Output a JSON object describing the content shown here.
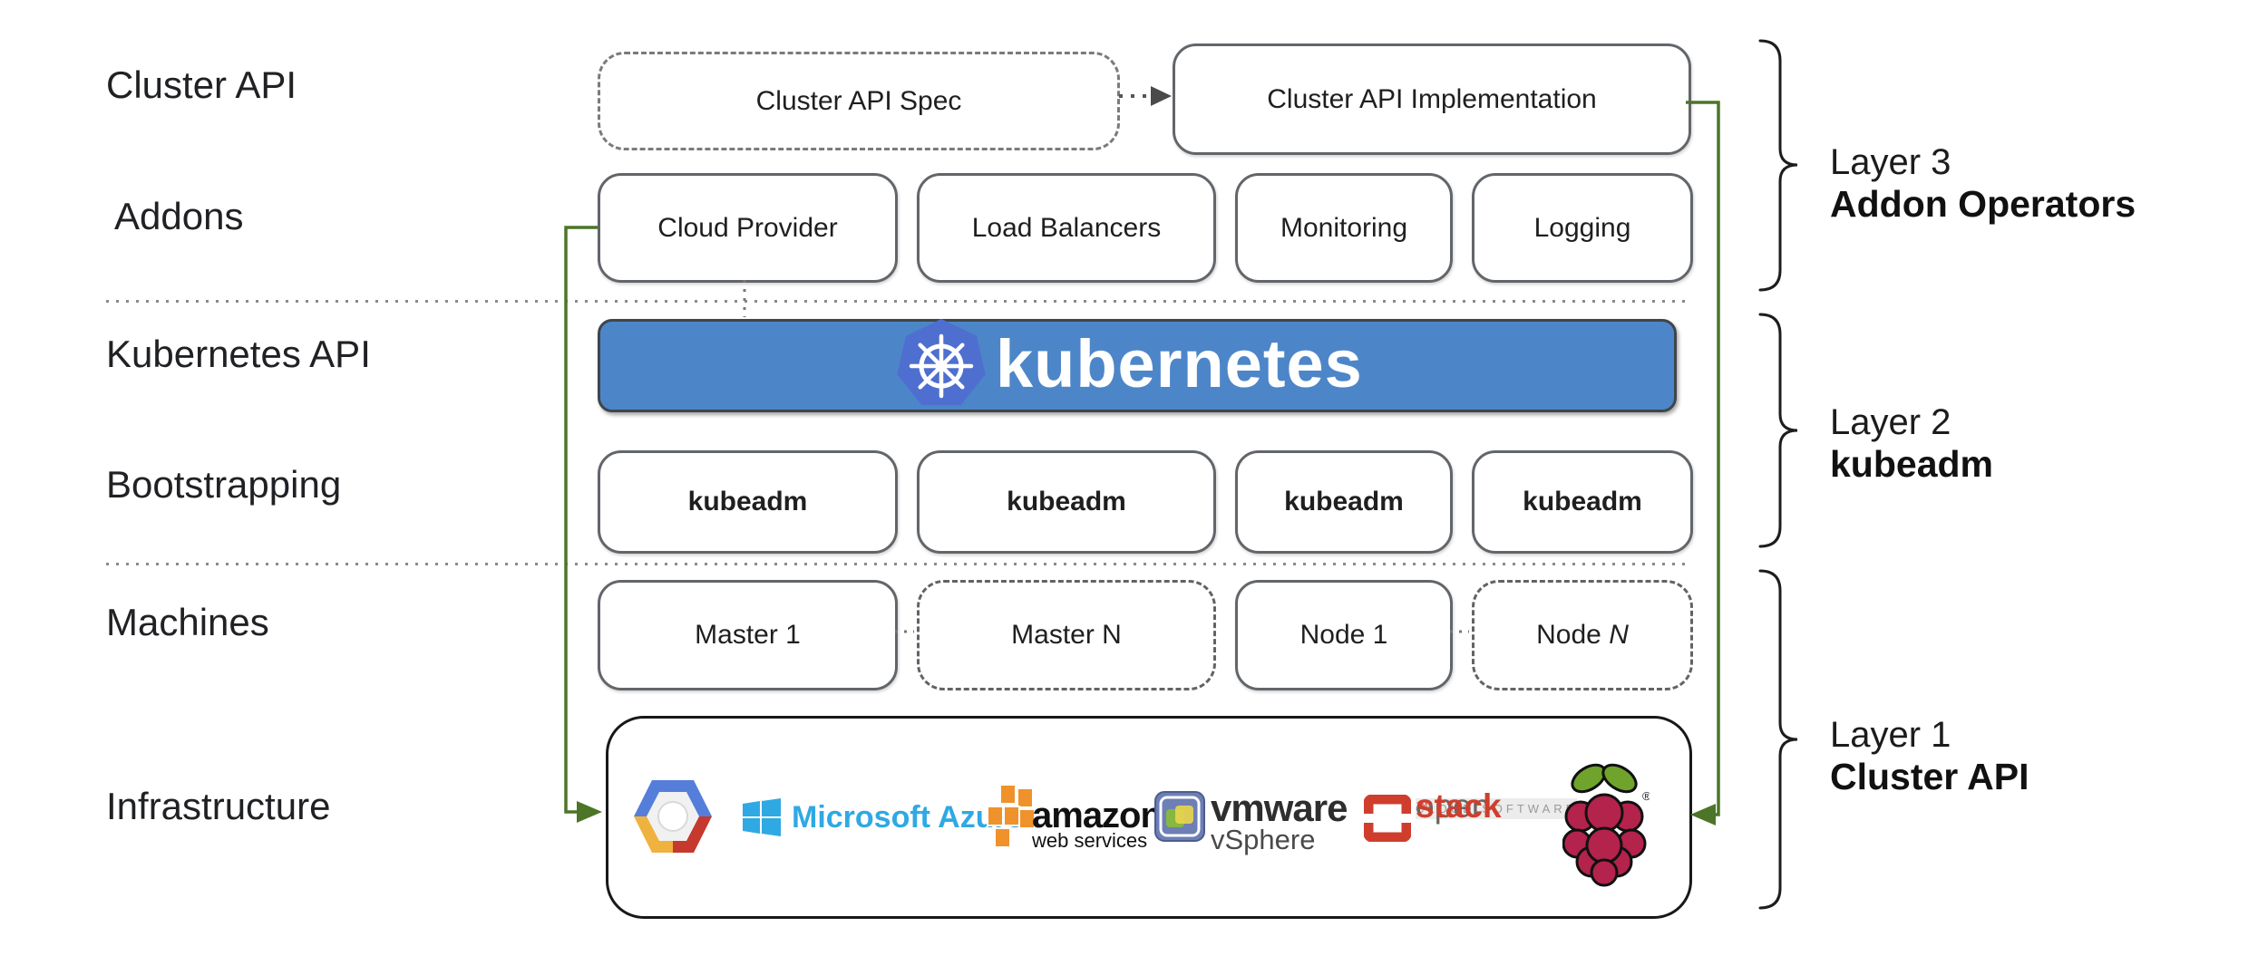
{
  "rows": [
    {
      "id": "cluster-api",
      "label": "Cluster API"
    },
    {
      "id": "addons",
      "label": "Addons"
    },
    {
      "id": "kubernetes-api",
      "label": "Kubernetes API"
    },
    {
      "id": "bootstrapping",
      "label": "Bootstrapping"
    },
    {
      "id": "machines",
      "label": "Machines"
    },
    {
      "id": "infrastructure",
      "label": "Infrastructure"
    }
  ],
  "cluster_api_row": {
    "spec": "Cluster API Spec",
    "implementation": "Cluster API Implementation"
  },
  "addons": {
    "items": [
      "Cloud Provider",
      "Load Balancers",
      "Monitoring",
      "Logging"
    ]
  },
  "kubernetes": {
    "wordmark": "kubernetes",
    "logo_icon": "kubernetes-wheel-icon"
  },
  "bootstrapping": {
    "items": [
      "kubeadm",
      "kubeadm",
      "kubeadm",
      "kubeadm"
    ]
  },
  "machines": {
    "items": [
      {
        "label": "Master 1"
      },
      {
        "label": "Master N"
      },
      {
        "label": "Node 1"
      },
      {
        "prefix": "Node ",
        "n": "N"
      }
    ]
  },
  "infrastructure": {
    "providers": {
      "gcp": {
        "icon": "google-cloud-icon"
      },
      "azure": {
        "icon": "azure-windows-icon",
        "label": "Microsoft Azure"
      },
      "aws": {
        "icon": "aws-boxes-icon",
        "label": "amazon",
        "sublabel": "web services"
      },
      "vmware": {
        "icon": "vmware-vsphere-icon",
        "label": "vmware",
        "sublabel": "vSphere"
      },
      "openstack": {
        "icon": "openstack-cube-icon",
        "label_open": "open",
        "label_stack": "stack",
        "tm": "™",
        "sublabel": "CLOUD SOFTWARE"
      },
      "raspberry_pi": {
        "icon": "raspberry-pi-icon",
        "reg": "®"
      }
    }
  },
  "layers": [
    {
      "title": "Layer 3",
      "subtitle": "Addon Operators"
    },
    {
      "title": "Layer 2",
      "subtitle": "kubeadm"
    },
    {
      "title": "Layer 1",
      "subtitle": "Cluster API"
    }
  ],
  "colors": {
    "green": "#4c7528",
    "banner_blue": "#4d86c8",
    "logo_blue": "#4e6fd0",
    "azure_blue": "#2fa9e3",
    "aws_orange": "#f0922b",
    "openstack_red": "#cf3e2d",
    "vmware_dark": "#2e2e2e",
    "gcp_blue": "#557edb",
    "gcp_red": "#c5392e",
    "gcp_yellow": "#f0b23e",
    "raspberry_crimson": "#b3234b",
    "leaf_green": "#6fa32c",
    "bracket_black": "#1d1d1d"
  }
}
